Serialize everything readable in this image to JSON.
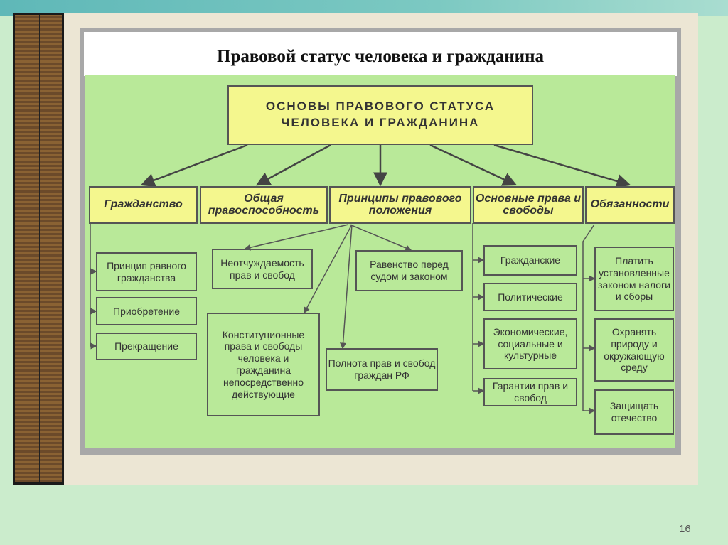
{
  "slide": {
    "title": "Правовой статус человека и гражданина",
    "page_number": "16"
  },
  "diagram": {
    "root": "ОСНОВЫ ПРАВОВОГО СТАТУСА ЧЕЛОВЕКА И ГРАЖДАНИНА",
    "categories": [
      "Гражданство",
      "Общая правоспособность",
      "Принципы правового положения",
      "Основные права и свободы",
      "Обязанности"
    ],
    "citizenship_items": [
      "Принцип равного гражданства",
      "Приобретение",
      "Прекращение"
    ],
    "principles_items": [
      "Неотчуждаемость прав и свобод",
      "Равенство перед судом и законом",
      "Конституционные права и свободы человека и гражданина непосредственно действующие",
      "Полнота прав и свобод граждан РФ"
    ],
    "rights_items": [
      "Гражданские",
      "Политические",
      "Экономические, социальные и культурные",
      "Гарантии прав и свобод"
    ],
    "duties_items": [
      "Платить установленные законом налоги и сборы",
      "Охранять природу и окружающую среду",
      "Защищать отечество"
    ]
  }
}
